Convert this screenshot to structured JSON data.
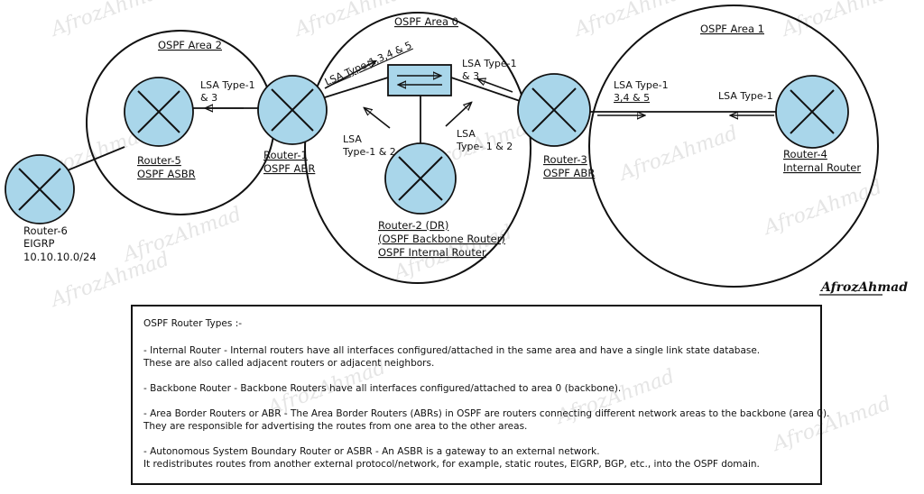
{
  "areas": {
    "area0": "OSPF Area 0",
    "area1": "OSPF Area 1",
    "area2": "OSPF Area 2"
  },
  "routers": {
    "r1": {
      "name": "Router-1",
      "role": "OSPF ABR",
      "color": "#1aa35a"
    },
    "r2": {
      "line1": "Router-2 (DR)",
      "line2": "(OSPF Backbone Router)",
      "line3": "OSPF Internal Router",
      "color": "#1a8a9a"
    },
    "r3": {
      "name": "Router-3",
      "role": "OSPF ABR",
      "color": "#1aa35a"
    },
    "r4": {
      "name": "Router-4",
      "role": "Internal Router",
      "color": "#2a7fc0"
    },
    "r5": {
      "name": "Router-5",
      "role": "OSPF ASBR",
      "color": "#d81b50"
    },
    "r6": {
      "name": "Router-6",
      "proto": "EIGRP",
      "net": "10.10.10.0/24"
    }
  },
  "lsa": {
    "area2_a": "LSA Type-1",
    "area2_b": "& 3",
    "r1_switch": "LSA Type-1,3,4 & 5",
    "r3_switch_a": "LSA Type-1",
    "r3_switch_b": "& 3",
    "r2_left_a": "LSA",
    "r2_left_b": "Type-1 & 2",
    "r2_right_a": "LSA",
    "r2_right_b": "Type- 1 & 2",
    "area1_r3_a": "LSA Type-1",
    "area1_r3_b": "3,4 & 5",
    "area1_r4": "LSA Type-1"
  },
  "watermark": "AfrozAhmad",
  "signature": "AfrozAhmad",
  "legend": {
    "title": "OSPF Router Types :-",
    "items": [
      {
        "l1": "- Internal Router - Internal routers have all interfaces configured/attached in the same area and have a single link state database.",
        "l2": "These are also called adjacent routers or adjacent neighbors."
      },
      {
        "l1": "- Backbone Router - Backbone Routers have all interfaces configured/attached to area 0 (backbone).",
        "l2": ""
      },
      {
        "l1": "- Area Border Routers or ABR - The Area Border Routers (ABRs) in OSPF are routers connecting different network areas to the backbone (area 0).",
        "l2": "They are responsible for advertising the routes from one area to the other areas."
      },
      {
        "l1": "- Autonomous System Boundary Router or ASBR - An ASBR is a gateway to an external network.",
        "l2": "It redistributes routes from another external protocol/network, for example, static routes, EIGRP, BGP, etc., into the OSPF domain."
      }
    ]
  }
}
